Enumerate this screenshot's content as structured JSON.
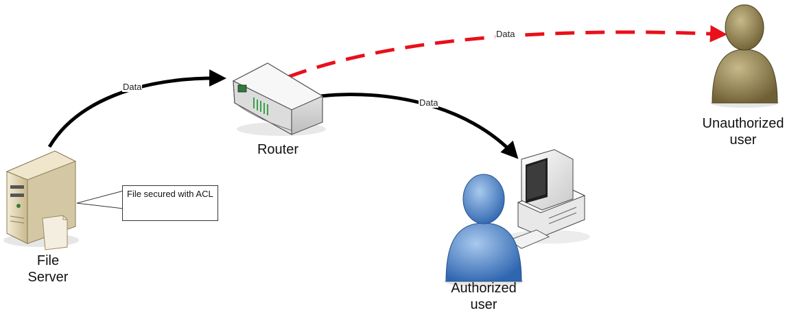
{
  "nodes": {
    "file_server": {
      "line1": "File",
      "line2": "Server"
    },
    "router": {
      "label": "Router"
    },
    "authorized_user": {
      "line1": "Authorized",
      "line2": "user"
    },
    "unauthorized_user": {
      "line1": "Unauthorized",
      "line2": "user"
    }
  },
  "edges": {
    "server_to_router": {
      "label": "Data",
      "style": "solid",
      "color": "#000000"
    },
    "router_to_authorized": {
      "label": "Data",
      "style": "solid",
      "color": "#000000"
    },
    "router_to_unauthorized": {
      "label": "Data",
      "style": "dashed",
      "color": "#e8101a"
    }
  },
  "callout": {
    "text": "File secured with ACL"
  },
  "icons": {
    "file_server": "server-tower-icon",
    "router": "router-icon",
    "authorized_user": "user-icon",
    "computer": "desktop-computer-icon",
    "unauthorized_user": "user-icon"
  },
  "colors": {
    "authorized_user": "#4a84c8",
    "unauthorized_user": "#8a7a4a",
    "dashed_path": "#e8101a"
  }
}
